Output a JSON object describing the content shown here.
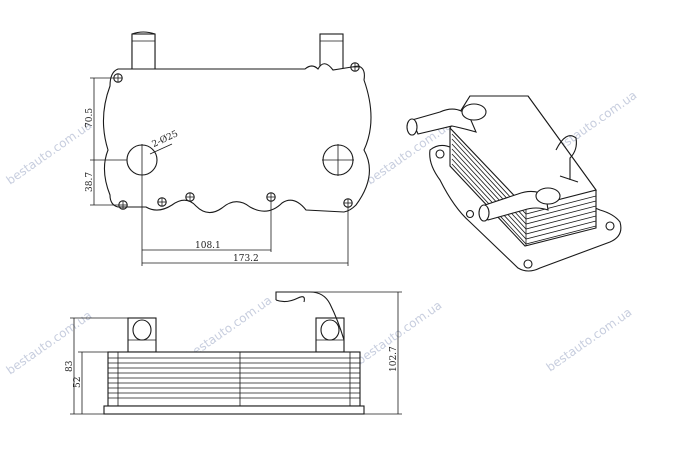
{
  "dimensions": {
    "hole_top_to_port": "70.5",
    "port_diameter": "2-Ø25",
    "port_to_bottom_hole": "38.7",
    "hole_spacing_short": "108.1",
    "hole_spacing_long": "173.2",
    "side_height_small": "52",
    "side_height_mid": "83",
    "side_height_total": "102.7"
  },
  "watermark": {
    "text": "bestauto.com.ua"
  }
}
